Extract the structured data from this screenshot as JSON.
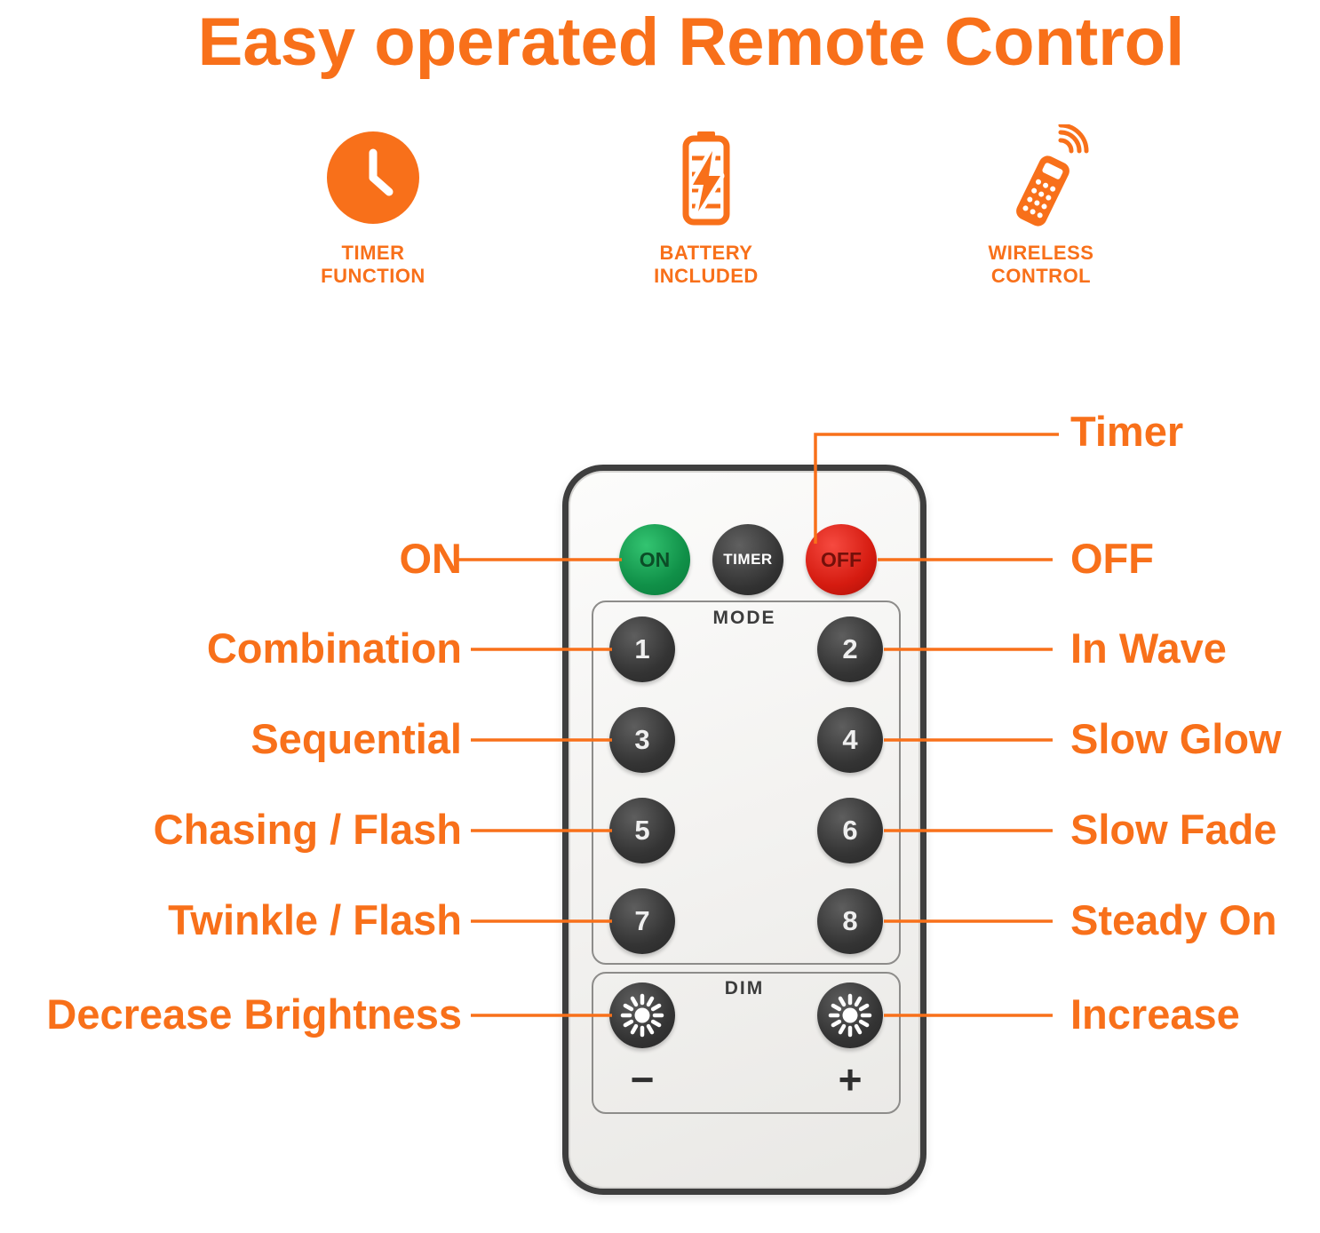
{
  "title": "Easy operated Remote Control",
  "features": [
    {
      "label_line1": "TIMER",
      "label_line2": "FUNCTION"
    },
    {
      "label_line1": "BATTERY",
      "label_line2": "INCLUDED"
    },
    {
      "label_line1": "WIRELESS",
      "label_line2": "CONTROL"
    }
  ],
  "remote": {
    "on_label": "ON",
    "timer_label": "TIMER",
    "off_label": "OFF",
    "mode_label": "MODE",
    "mode_buttons": [
      "1",
      "2",
      "3",
      "4",
      "5",
      "6",
      "7",
      "8"
    ],
    "dim_label": "DIM",
    "decrease_symbol": "−",
    "increase_symbol": "+"
  },
  "callouts": {
    "timer": "Timer",
    "on": "ON",
    "off": "OFF",
    "combination": "Combination",
    "in_wave": "In Wave",
    "sequential": "Sequential",
    "slow_glow": "Slow Glow",
    "chasing_flash": "Chasing / Flash",
    "slow_fade": "Slow Fade",
    "twinkle_flash": "Twinkle / Flash",
    "steady_on": "Steady On",
    "decrease_brightness": "Decrease Brightness",
    "increase": "Increase"
  },
  "colors": {
    "accent": "#f8701a",
    "on_green": "#17a351",
    "off_red": "#d51b10",
    "button_dark": "#3a3a3a"
  }
}
